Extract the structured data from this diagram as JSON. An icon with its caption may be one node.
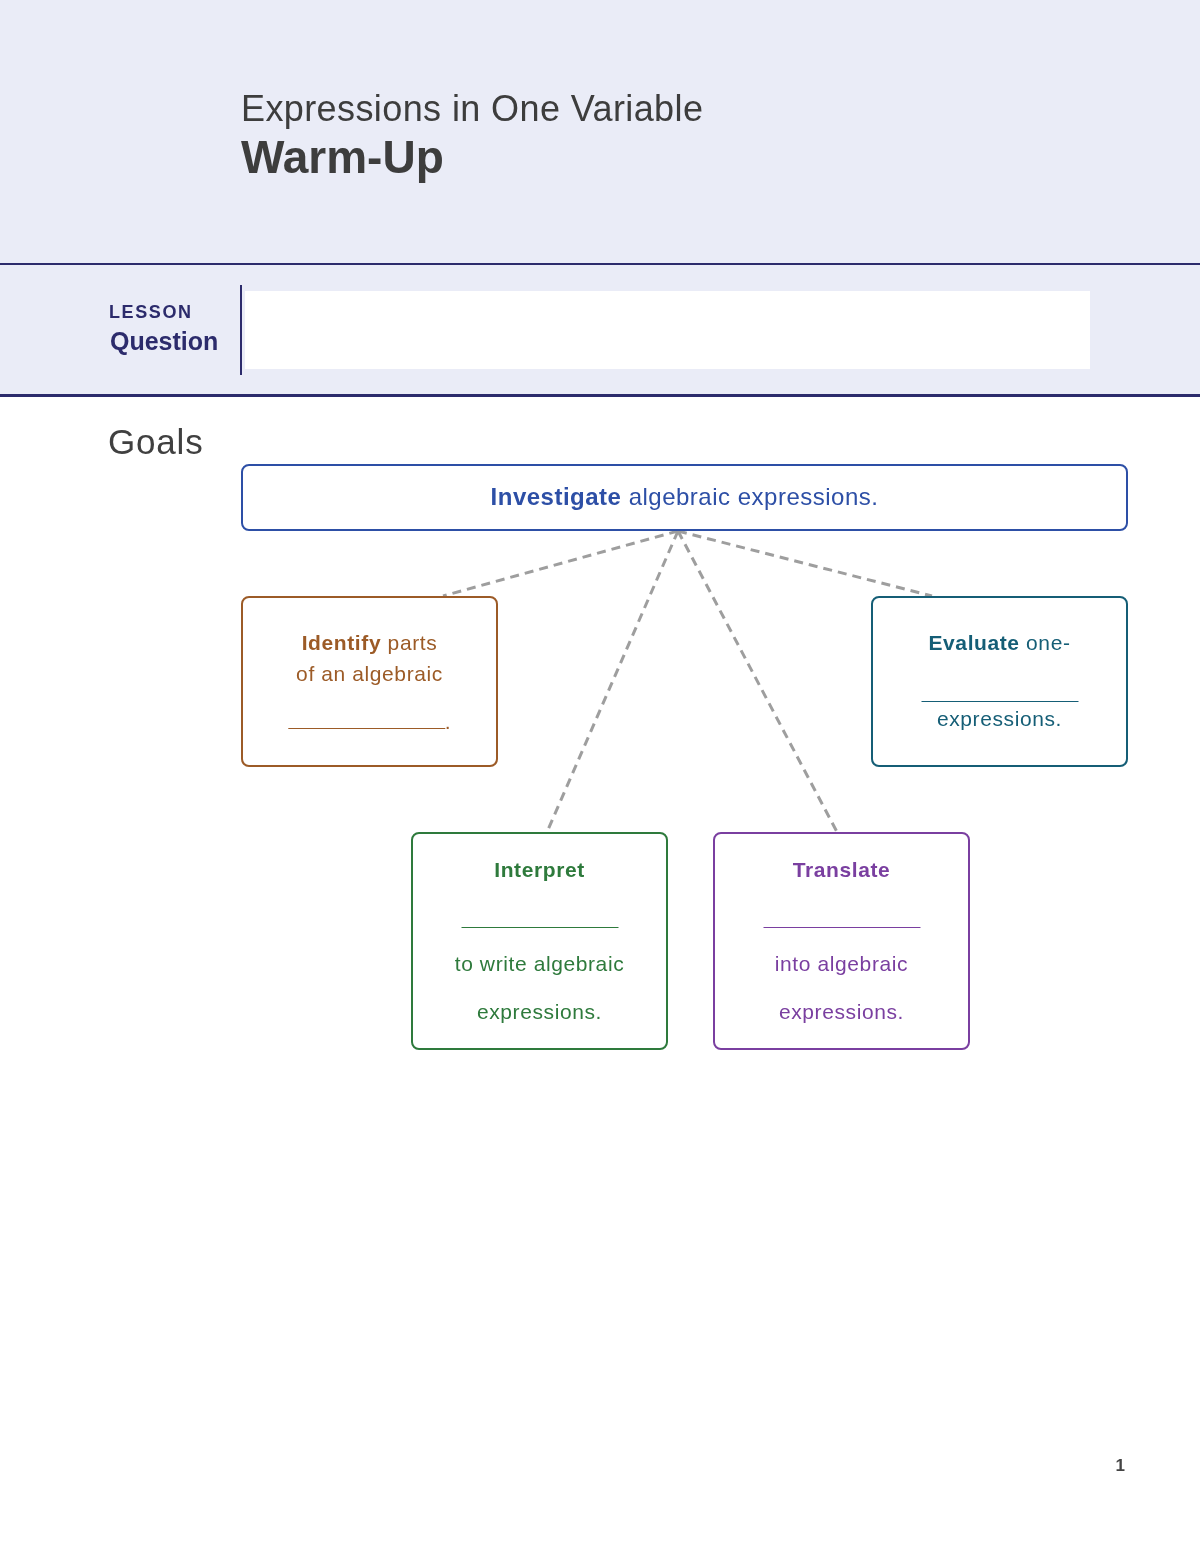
{
  "diagram": {
    "title": "Expressions in One Variable",
    "nodes": [
      {
        "text": [
          "**Investigate** algebraic expressions."
        ]
      },
      {
        "text": [
          "**Identify** parts of an algebraic",
          "."
        ]
      },
      {
        "text": [
          "**Evaluate** one-",
          "expressions."
        ]
      },
      {
        "text": [
          "Interpret",
          "to write algebraic expressions."
        ]
      },
      {
        "text": [
          "Translate",
          "into algebraic expressions."
        ]
      }
    ],
    "edges": [
      {
        "from": 0,
        "to": 1,
        "arrow": "none",
        "style": "dashed"
      },
      {
        "from": 0,
        "to": 2,
        "arrow": "none",
        "style": "dashed"
      },
      {
        "from": 0,
        "to": 3,
        "arrow": "none",
        "style": "dashed"
      },
      {
        "from": 0,
        "to": 4,
        "arrow": "none",
        "style": "dashed"
      }
    ],
    "labels": [
      "Warm-Up",
      "LESSON",
      "Question",
      "Goals",
      "1"
    ]
  }
}
